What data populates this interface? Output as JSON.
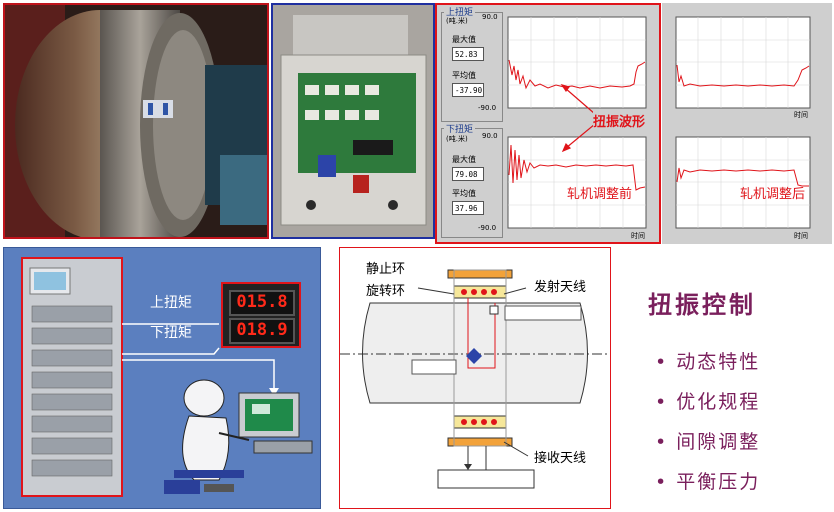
{
  "torque_panel_top": {
    "title": "上扭矩",
    "unit": "(吨.米)",
    "max_label": "最大值",
    "max_value": "52.83",
    "avg_label": "平均值",
    "avg_value": "-37.90",
    "y_top": "90.0",
    "y_bottom": "-90.0",
    "x_label": "时间"
  },
  "torque_panel_bottom": {
    "title": "下扭矩",
    "unit": "(吨.米)",
    "max_label": "最大值",
    "max_value": "79.08",
    "avg_label": "平均值",
    "avg_value": "37.96",
    "y_top": "90.0",
    "y_bottom": "-90.0",
    "x_label": "时间"
  },
  "annotations": {
    "waveform": "扭振波形",
    "before": "轧机调整前",
    "after": "轧机调整后"
  },
  "monitor": {
    "top_torque_label": "上扭矩",
    "top_torque_value": "015.8",
    "bottom_torque_label": "下扭矩",
    "bottom_torque_value": "018.9"
  },
  "schematic": {
    "static_ring": "静止环",
    "rotating_ring": "旋转环",
    "tx_antenna": "发射天线",
    "rx_antenna": "接收天线"
  },
  "control": {
    "title": "扭振控制",
    "items": [
      "动态特性",
      "优化规程",
      "间隙调整",
      "平衡压力"
    ]
  },
  "colors": {
    "accent_red": "#e0141a",
    "title_purple": "#7a1f5c",
    "monitor_bg": "#5b7fbf"
  }
}
